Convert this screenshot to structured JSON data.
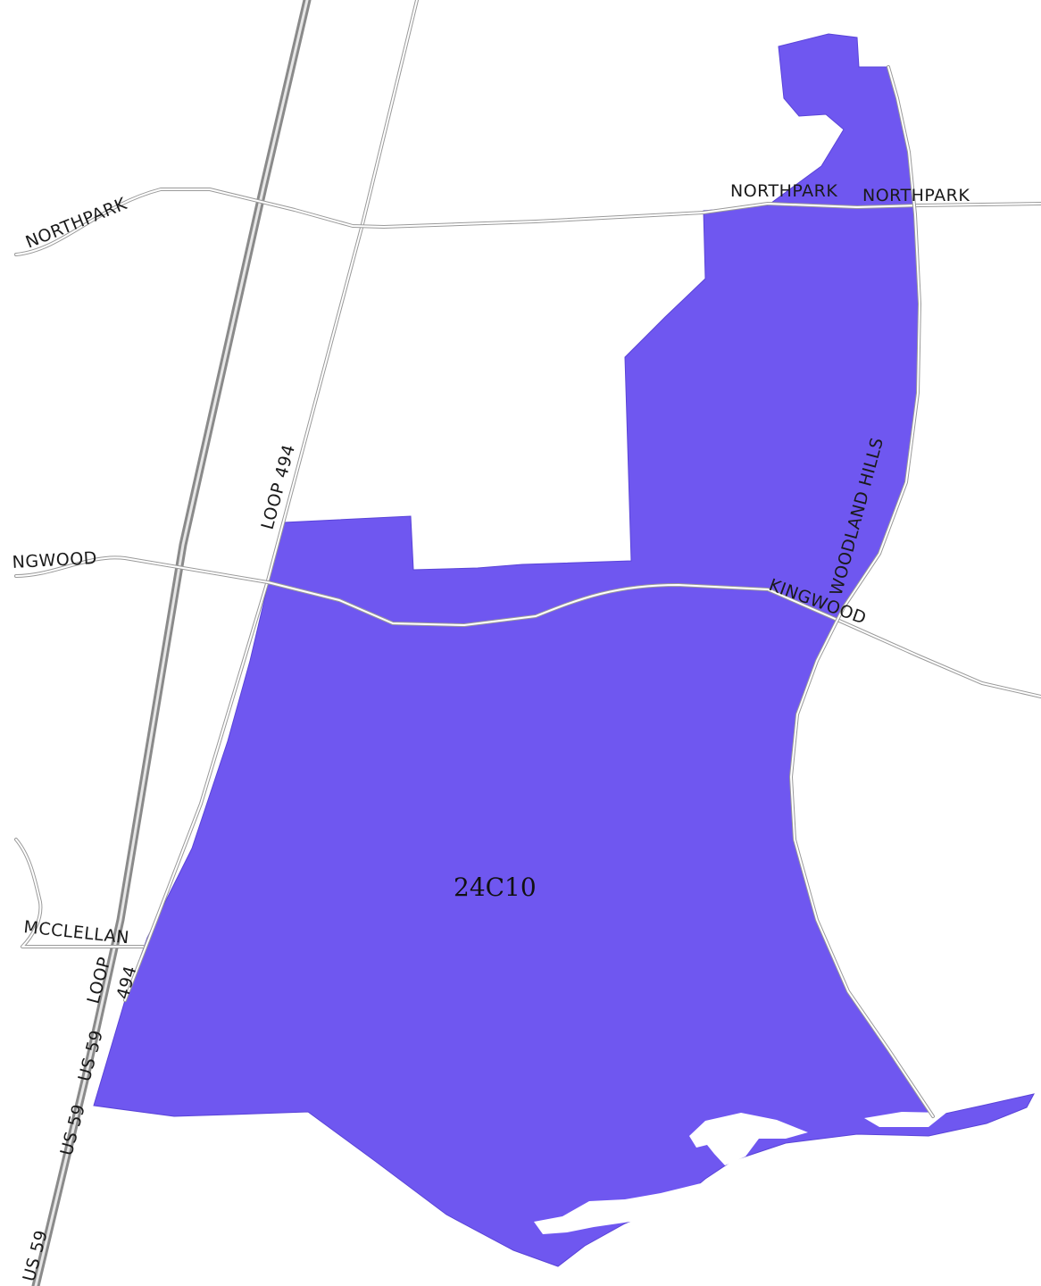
{
  "map": {
    "district": {
      "code": "24C10",
      "fill_color": "#6f57f0"
    },
    "streets": {
      "northpark_west": "NORTHPARK",
      "northpark_mid": "NORTHPARK",
      "northpark_east": "NORTHPARK",
      "loop494_north": "LOOP 494",
      "kingwood_west": "NGWOOD",
      "kingwood_east": "KINGWOOD",
      "woodland_hills": "WOODLAND HILLS",
      "mcclellan": "MCCLELLAN",
      "loop_south_a": "LOOP",
      "loop_south_b": "494",
      "us59_a": "US 59",
      "us59_b": "US 59",
      "us59_c": "US 59"
    },
    "road_color": "#9a9a9a",
    "background_color": "#ffffff"
  }
}
